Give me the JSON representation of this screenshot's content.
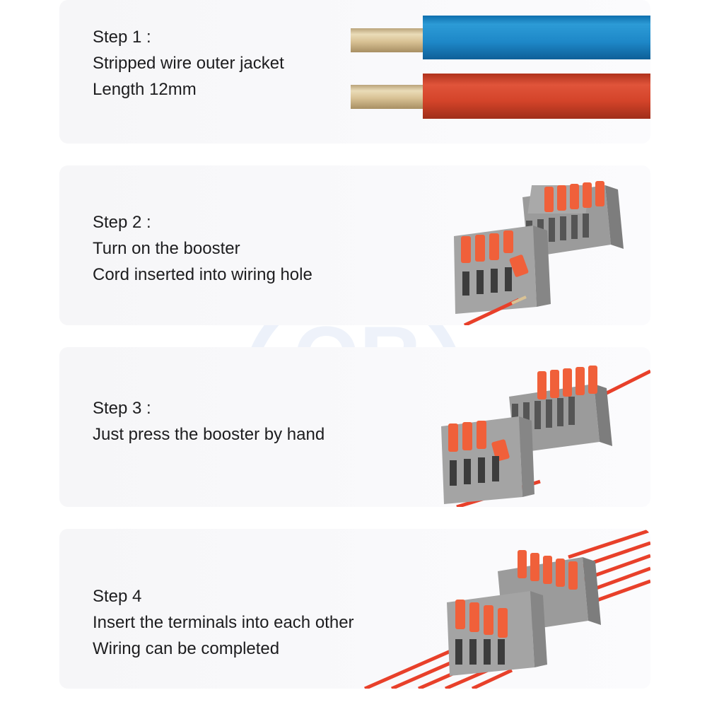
{
  "steps": [
    {
      "title": "Step 1 :",
      "lines": [
        "Stripped wire outer jacket",
        "Length 12mm"
      ]
    },
    {
      "title": "Step 2 :",
      "lines": [
        "Turn on the booster",
        "Cord inserted into wiring hole"
      ]
    },
    {
      "title": "Step 3 :",
      "lines": [
        "Just press the booster by hand"
      ]
    },
    {
      "title": "Step 4",
      "lines": [
        "Insert the terminals into each other",
        "Wiring can be completed"
      ]
    }
  ],
  "colors": {
    "wire_blue": "#1f8fcf",
    "wire_red": "#d9452a",
    "copper": "#d9c295",
    "connector_gray": "#9a9a9a",
    "lever_orange": "#f0603a",
    "text": "#1d1d1f",
    "panel_bg": "#f7f7f9"
  },
  "watermark": {
    "icon": "qr-brand-watermark-icon"
  }
}
